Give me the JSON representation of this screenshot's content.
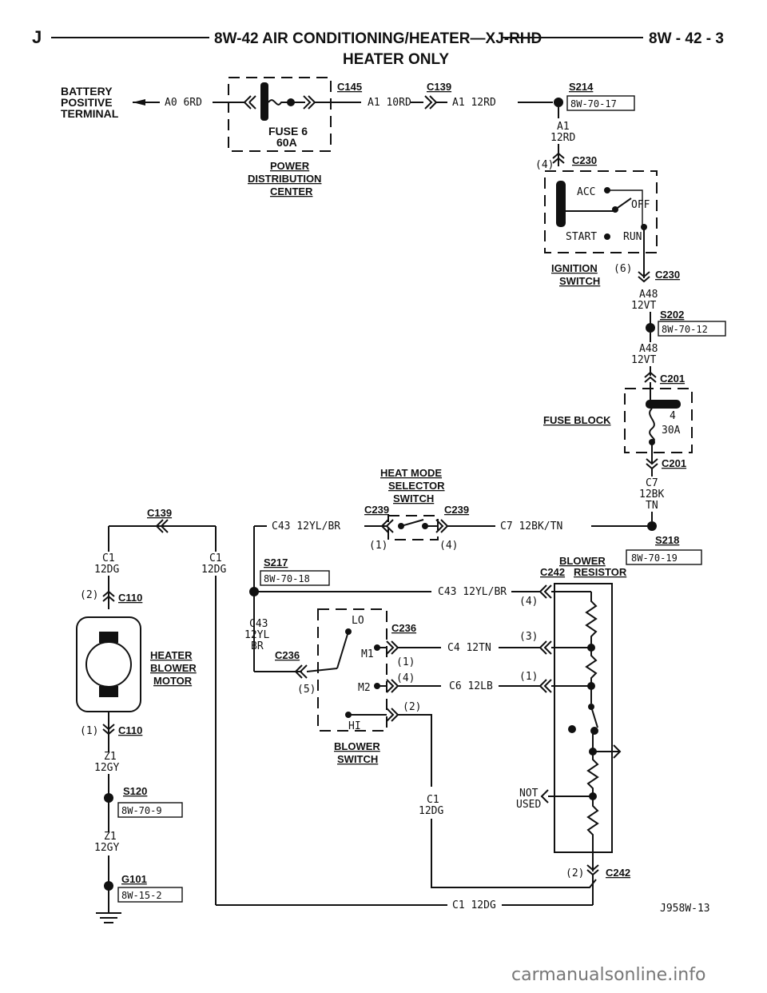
{
  "header": {
    "left": "J",
    "title": "8W-42 AIR CONDITIONING/HEATER—XJ-RHD",
    "page": "8W - 42 - 3",
    "subtitle": "HEATER ONLY"
  },
  "battery": {
    "line1": "BATTERY",
    "line2": "POSITIVE",
    "line3": "TERMINAL",
    "wire": "A0 6RD"
  },
  "pdc": {
    "fuse": "FUSE 6",
    "amps": "60A",
    "name1": "POWER",
    "name2": "DISTRIBUTION",
    "name3": "CENTER",
    "conn": "C145"
  },
  "top_wires": {
    "c139": "C139",
    "w1": "A1 10RD",
    "w2": "A1 12RD",
    "s214": "S214",
    "ref1": "8W-70-17",
    "a1": "A1",
    "a1c": "12RD"
  },
  "ignition": {
    "pin_top": "(4)",
    "c230": "C230",
    "acc": "ACC",
    "off": "OFF",
    "start": "START",
    "run": "RUN",
    "name1": "IGNITION",
    "pin6": "(6)",
    "name2": "SWITCH",
    "c230b": "C230",
    "w1": "A48",
    "w1c": "12VT",
    "s202": "S202",
    "ref": "8W-70-12",
    "w2": "A48",
    "w2c": "12VT"
  },
  "fuse_block": {
    "c201": "C201",
    "name": "FUSE BLOCK",
    "fuse": "4",
    "amps": "30A",
    "c201b": "C201",
    "w": "C7",
    "wc": "12BK",
    "wc2": "TN"
  },
  "heat_mode": {
    "name1": "HEAT MODE",
    "name2": "SELECTOR",
    "name3": "SWITCH",
    "c239a": "C239",
    "c239b": "C239",
    "pin1": "(1)",
    "pin4": "(4)",
    "left_wire": "C43 12YL/BR",
    "right_wire": "C7 12BK/TN",
    "s218": "S218",
    "ref218": "8W-70-19"
  },
  "motor": {
    "c139": "C139",
    "c1a": "C1",
    "c1a2": "12DG",
    "c1b": "C1",
    "c1b2": "12DG",
    "pin2": "(2)",
    "c110": "C110",
    "name1": "HEATER",
    "name2": "BLOWER",
    "name3": "MOTOR",
    "pin1": "(1)",
    "c110b": "C110",
    "z1": "Z1",
    "z1c": "12GY",
    "s120": "S120",
    "ref120": "8W-70-9",
    "z1b": "Z1",
    "z1bc": "12GY",
    "g101": "G101",
    "ref101": "8W-15-2"
  },
  "blower_switch": {
    "s217": "S217",
    "ref217": "8W-70-18",
    "c43": "C43",
    "c43c": "12YL",
    "c43c2": "BR",
    "c236": "C236",
    "c236b": "C236",
    "lo": "LO",
    "m1": "M1",
    "m2": "M2",
    "hi": "HI",
    "p5": "(5)",
    "p1": "(1)",
    "p4": "(4)",
    "p2": "(2)",
    "name1": "BLOWER",
    "name2": "SWITCH",
    "c1": "C1",
    "c1c": "12DG"
  },
  "resistor": {
    "name1": "BLOWER",
    "name2": "RESISTOR",
    "c242": "C242",
    "w43": "C43 12YL/BR",
    "p4": "(4)",
    "p3": "(3)",
    "p1": "(1)",
    "p2": "(2)",
    "w4": "C4 12TN",
    "w6": "C6 12LB",
    "not1": "NOT",
    "not2": "USED",
    "c242b": "C242"
  },
  "bottom": {
    "wire": "C1 12DG",
    "code": "J958W-13"
  },
  "watermark": "carmanualsonline.info"
}
